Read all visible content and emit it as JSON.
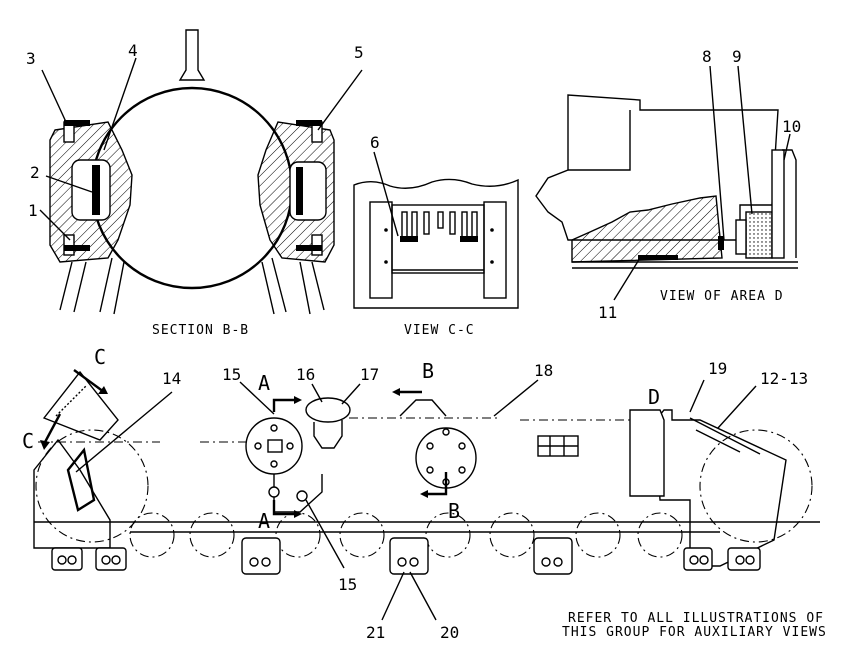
{
  "captions": {
    "section_b": "SECTION B-B",
    "view_c": "VIEW C-C",
    "view_d": "VIEW OF AREA D",
    "refer_line1": "REFER TO ALL ILLUSTRATIONS OF",
    "refer_line2": "THIS GROUP FOR AUXILIARY VIEWS"
  },
  "view_letters": {
    "c_upper": "C",
    "c_lower": "C",
    "a_upper": "A",
    "a_lower": "A",
    "b_upper": "B",
    "b_lower": "B",
    "d": "D"
  },
  "callouts": {
    "c1": "1",
    "c2": "2",
    "c3": "3",
    "c4": "4",
    "c5": "5",
    "c6": "6",
    "c8": "8",
    "c9": "9",
    "c10": "10",
    "c11": "11",
    "c12_13": "12-13",
    "c14": "14",
    "c15a": "15",
    "c15b": "15",
    "c16": "16",
    "c17": "17",
    "c18": "18",
    "c19": "19",
    "c20": "20",
    "c21": "21"
  }
}
